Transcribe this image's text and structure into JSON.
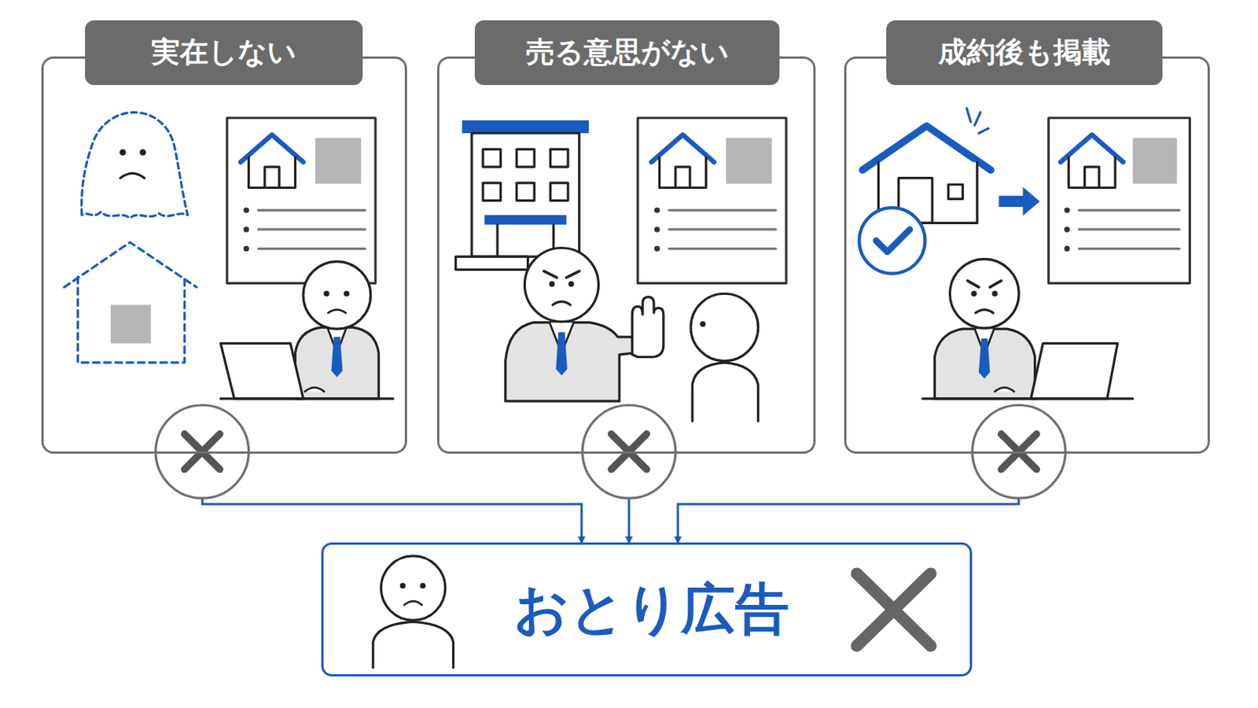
{
  "diagram": {
    "nodes": [
      {
        "text": [
          "実在しない"
        ]
      },
      {
        "text": [
          "売る意思がない"
        ]
      },
      {
        "text": [
          "成約後も掲載"
        ]
      },
      {
        "text": [
          "おとり広告"
        ]
      }
    ],
    "edges": [
      {
        "from": 0,
        "to": 3,
        "arrow": "to"
      },
      {
        "from": 1,
        "to": 3,
        "arrow": "to"
      },
      {
        "from": 2,
        "to": 3,
        "arrow": "to"
      }
    ]
  }
}
